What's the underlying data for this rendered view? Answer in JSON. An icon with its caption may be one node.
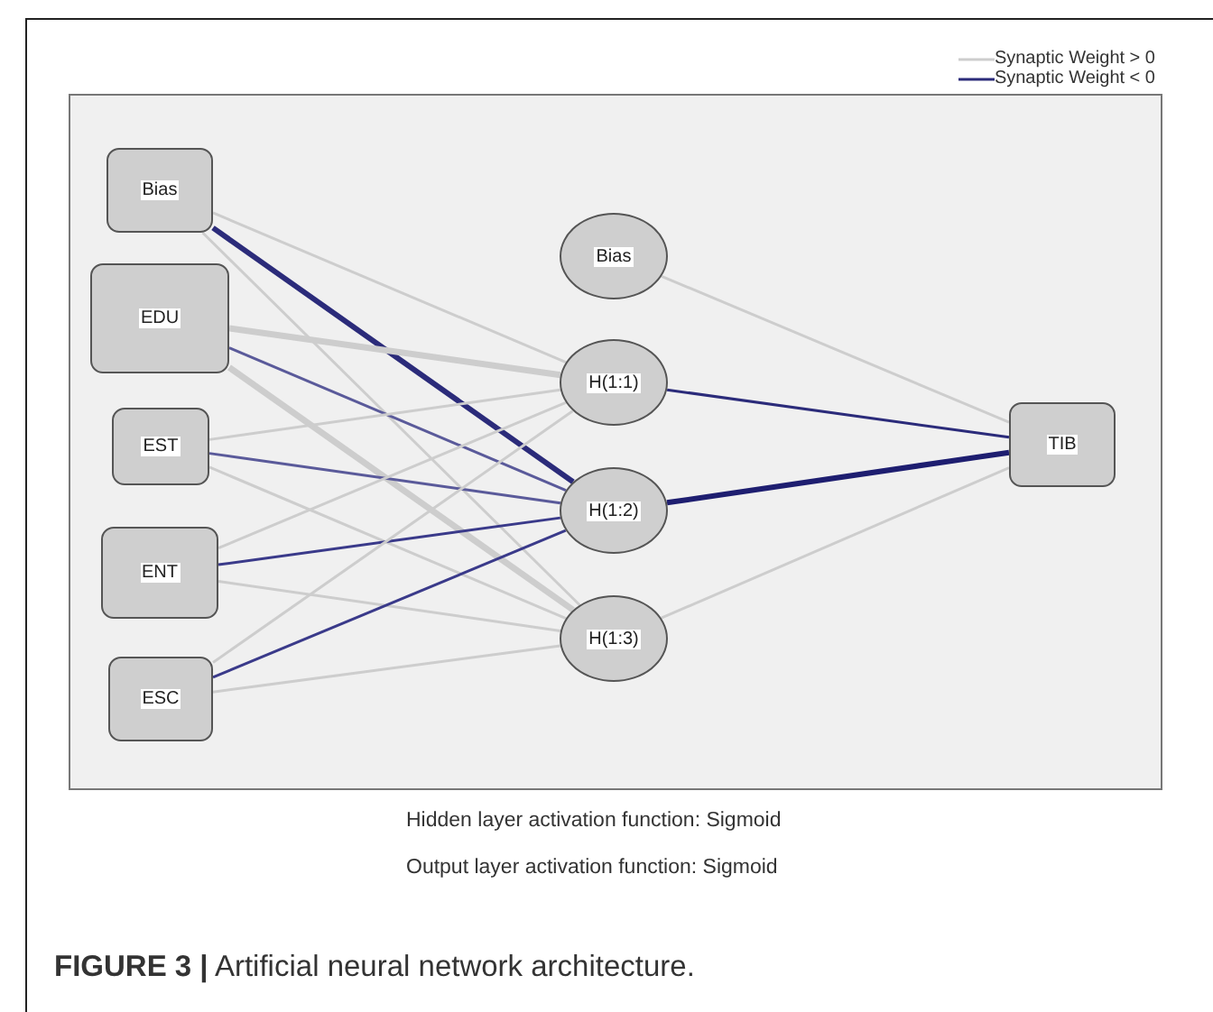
{
  "diagram": {
    "caption": "**FIGURE 3 |** Artificial neural network architecture.",
    "nodes": [
      {
        "text": [
          "Bias"
        ]
      },
      {
        "text": [
          "EDU"
        ]
      },
      {
        "text": [
          "EST"
        ]
      },
      {
        "text": [
          "ENT"
        ]
      },
      {
        "text": [
          "ESC"
        ]
      },
      {
        "text": [
          "Bias"
        ]
      },
      {
        "text": [
          "H(1:1)"
        ]
      },
      {
        "text": [
          "H(1:2)"
        ]
      },
      {
        "text": [
          "H(1:3)"
        ]
      },
      {
        "text": [
          "TIB"
        ]
      }
    ],
    "edges": [
      {
        "from": 0,
        "to": 6,
        "arrow": "none"
      },
      {
        "from": 0,
        "to": 7,
        "arrow": "none",
        "style": "thick",
        "color": "#2b2b7a"
      },
      {
        "from": 0,
        "to": 8,
        "arrow": "none"
      },
      {
        "from": 1,
        "to": 6,
        "arrow": "none",
        "style": "thick"
      },
      {
        "from": 1,
        "to": 7,
        "arrow": "none",
        "color": "#5a5a9a"
      },
      {
        "from": 1,
        "to": 8,
        "arrow": "none",
        "style": "thick"
      },
      {
        "from": 2,
        "to": 6,
        "arrow": "none"
      },
      {
        "from": 2,
        "to": 7,
        "arrow": "none",
        "color": "#5a5a9a"
      },
      {
        "from": 2,
        "to": 8,
        "arrow": "none"
      },
      {
        "from": 3,
        "to": 6,
        "arrow": "none"
      },
      {
        "from": 3,
        "to": 7,
        "arrow": "none",
        "color": "#3a3a8a"
      },
      {
        "from": 3,
        "to": 8,
        "arrow": "none"
      },
      {
        "from": 4,
        "to": 6,
        "arrow": "none"
      },
      {
        "from": 4,
        "to": 7,
        "arrow": "none",
        "color": "#3a3a8a"
      },
      {
        "from": 4,
        "to": 8,
        "arrow": "none"
      },
      {
        "from": 5,
        "to": 9,
        "arrow": "none"
      },
      {
        "from": 6,
        "to": 9,
        "arrow": "none",
        "color": "#2b2b7a"
      },
      {
        "from": 7,
        "to": 9,
        "arrow": "none",
        "style": "thick",
        "color": "#1e1e70"
      },
      {
        "from": 8,
        "to": 9,
        "arrow": "none"
      }
    ],
    "labels": [
      "Hidden layer activation function: Sigmoid",
      "Output layer activation function: Sigmoid"
    ],
    "legend": [
      {
        "text": "Synaptic Weight > 0"
      },
      {
        "text": "Synaptic Weight < 0"
      }
    ]
  }
}
